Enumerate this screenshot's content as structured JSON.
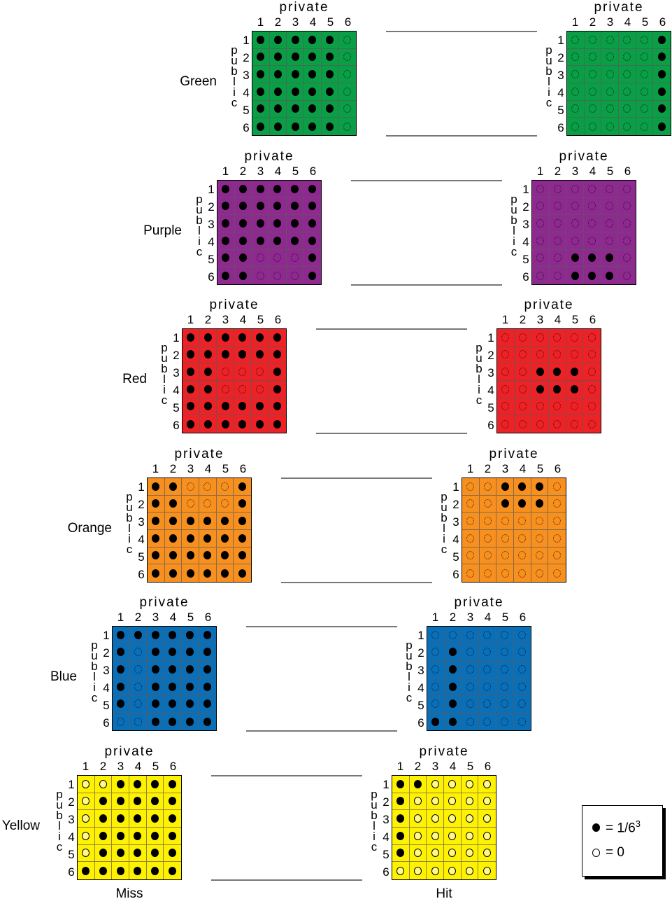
{
  "labels": {
    "private": "private",
    "public": "public",
    "numbers": [
      "1",
      "2",
      "3",
      "4",
      "5",
      "6"
    ],
    "miss": "Miss",
    "hit": "Hit"
  },
  "legend": {
    "filled_label": "= 1/6",
    "filled_exp": "3",
    "empty_label": "= 0"
  },
  "rows": [
    {
      "name": "Green",
      "color": "#0a9e46",
      "miss": [
        "111110",
        "111110",
        "111110",
        "111110",
        "111110",
        "111110"
      ],
      "hit": [
        "000001",
        "000001",
        "000001",
        "000001",
        "000001",
        "000001"
      ]
    },
    {
      "name": "Purple",
      "color": "#8e2a8f",
      "miss": [
        "111111",
        "111111",
        "111111",
        "111111",
        "110001",
        "110001"
      ],
      "hit": [
        "000000",
        "000000",
        "000000",
        "000000",
        "001110",
        "001110"
      ]
    },
    {
      "name": "Red",
      "color": "#ec2227",
      "miss": [
        "111111",
        "111111",
        "110001",
        "110001",
        "111111",
        "111111"
      ],
      "hit": [
        "000000",
        "000000",
        "001110",
        "001110",
        "000000",
        "000000"
      ]
    },
    {
      "name": "Orange",
      "color": "#f7901e",
      "miss": [
        "110001",
        "110001",
        "111111",
        "111111",
        "111111",
        "111111"
      ],
      "hit": [
        "001110",
        "001110",
        "000000",
        "000000",
        "000000",
        "000000"
      ]
    },
    {
      "name": "Blue",
      "color": "#0b6fb8",
      "miss": [
        "111111",
        "101111",
        "101111",
        "101111",
        "101111",
        "001111"
      ],
      "hit": [
        "000000",
        "010000",
        "010000",
        "010000",
        "010000",
        "110000"
      ]
    },
    {
      "name": "Yellow",
      "color": "#fff200",
      "miss": [
        "001111",
        "011111",
        "011111",
        "011111",
        "011111",
        "111111"
      ],
      "hit": [
        "110000",
        "100000",
        "100000",
        "100000",
        "100000",
        "000000"
      ]
    }
  ]
}
